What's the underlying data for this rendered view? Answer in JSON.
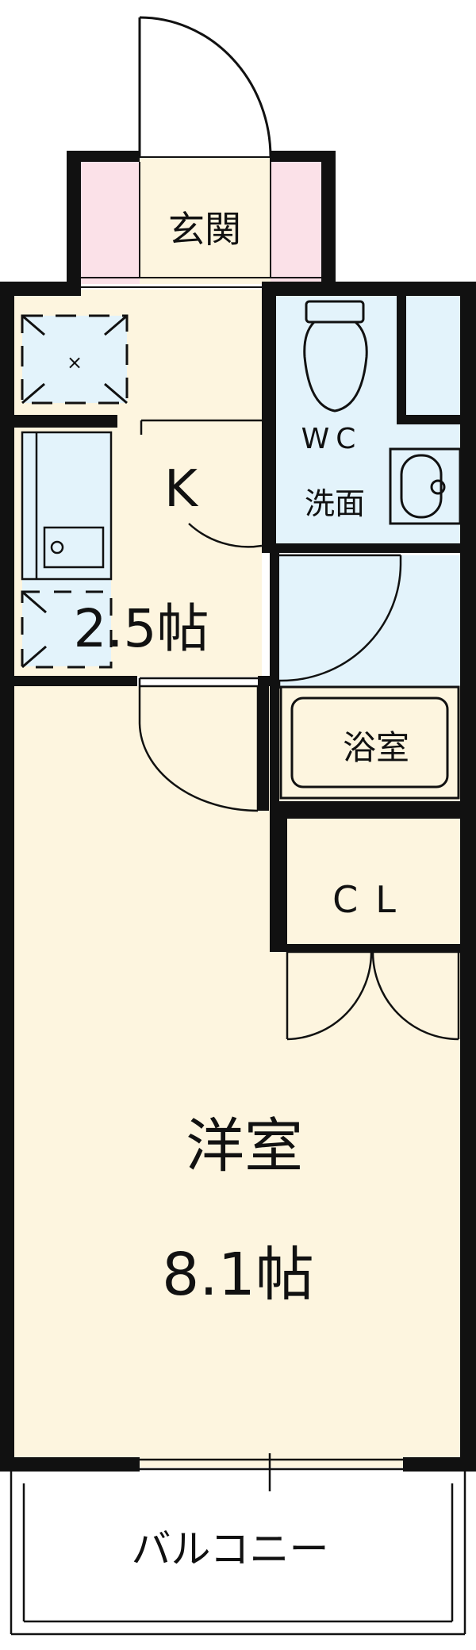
{
  "rooms": {
    "entrance": "玄関",
    "kitchen": "K",
    "kitchen_size": "2.5帖",
    "wc": "WC",
    "washroom": "洗面",
    "bath": "浴室",
    "closet": "CL",
    "western_room": "洋室",
    "western_size": "8.1帖",
    "balcony": "バルコニー"
  },
  "colors": {
    "wall": "#111111",
    "room_cream": "#fdf5df",
    "wet_blue": "#e3f3fb",
    "entrance_pink": "#fbe1e8",
    "balcony_white": "#ffffff"
  },
  "icons": [
    "toilet-icon",
    "wash-basin-icon",
    "sink-icon",
    "ventilation-fan-icon",
    "refrigerator-space-icon",
    "bathtub-icon"
  ]
}
